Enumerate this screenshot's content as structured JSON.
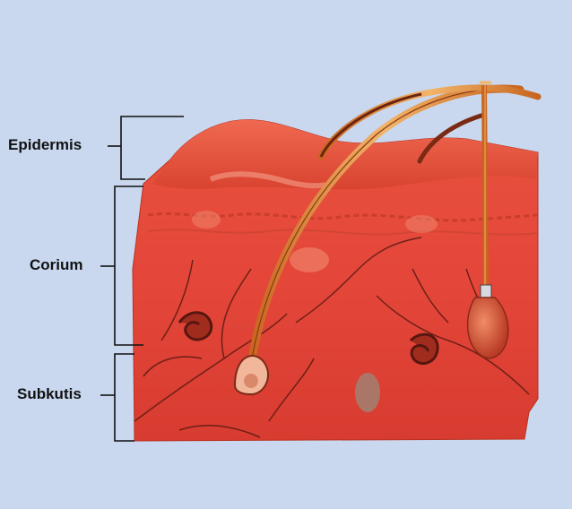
{
  "background_color": "#c9d8ef",
  "tissue_color": "#e8473a",
  "labels": {
    "epidermis": "Epidermis",
    "corium": "Corium",
    "subkutis": "Subkutis"
  }
}
